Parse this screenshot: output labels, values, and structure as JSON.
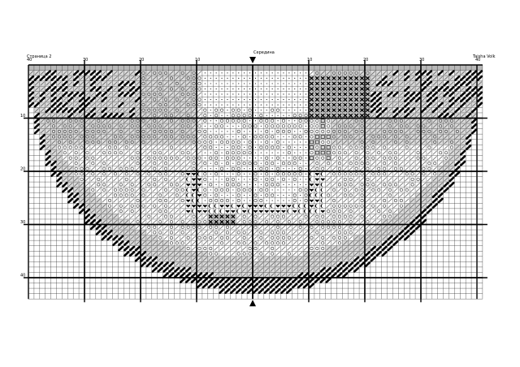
{
  "header": {
    "page_label": "Страница 2",
    "center_label": "Середина",
    "author_label": "Taisha Volk"
  },
  "axes": {
    "x_ticks": [
      {
        "label": "40",
        "col": 0
      },
      {
        "label": "30",
        "col": 10
      },
      {
        "label": "20",
        "col": 20
      },
      {
        "label": "10",
        "col": 30
      },
      {
        "label": "10",
        "col": 50
      },
      {
        "label": "20",
        "col": 60
      },
      {
        "label": "30",
        "col": 70
      },
      {
        "label": "40",
        "col": 80
      }
    ],
    "y_ticks": [
      {
        "label": "10",
        "row": 10
      },
      {
        "label": "20",
        "row": 20
      },
      {
        "label": "30",
        "row": 30
      },
      {
        "label": "40",
        "row": 40
      }
    ],
    "center_col": 40,
    "cols": 81,
    "rows": 44
  },
  "colors": {
    "grid_minor": "#222222",
    "grid_major": "#000000",
    "shade_light": "#d9d9d9",
    "shade_mid": "#b8b8b8",
    "ink": "#000000"
  },
  "symbols": {
    "diag": "diag-stitch-symbol",
    "circle": "circle-symbol",
    "dot": "dot-symbol",
    "cross": "x-symbol",
    "heart": "heart-symbol",
    "moon": "moon-symbol",
    "square": "square-symbol"
  }
}
